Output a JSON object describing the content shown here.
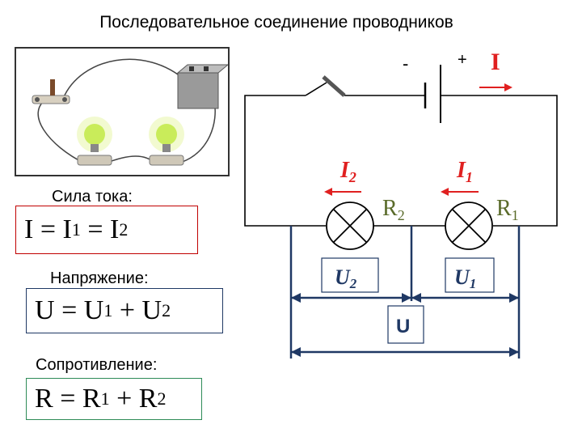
{
  "title": "Последовательное соединение проводников",
  "formulas": {
    "current": {
      "label": "Сила тока:",
      "lhs": "I",
      "a": "I",
      "a_sub": "1",
      "b": "I",
      "b_sub": "2",
      "eq": "=",
      "op": "="
    },
    "voltage": {
      "label": "Напряжение:",
      "lhs": "U",
      "a": "U",
      "a_sub": "1",
      "b": "U",
      "b_sub": "2",
      "eq": "=",
      "op": "+"
    },
    "resistance": {
      "label": "Сопротивление:",
      "lhs": "R",
      "a": "R",
      "a_sub": "1",
      "b": "R",
      "b_sub": "2",
      "eq": "=",
      "op": "+"
    }
  },
  "circuit": {
    "battery_minus": "-",
    "battery_plus": "+",
    "current_total": "I",
    "current_1": "I",
    "current_1_sub": "1",
    "current_2": "I",
    "current_2_sub": "2",
    "r1": "R",
    "r1_sub": "1",
    "r2": "R",
    "r2_sub": "2",
    "u1": "U",
    "u1_sub": "1",
    "u2": "U",
    "u2_sub": "2",
    "u_total": "U"
  },
  "colors": {
    "wire": "#000000",
    "current_arrow": "#e02020",
    "measure": "#1f3864",
    "resistor_label": "#5a6b2a",
    "current_box_border": "#c00000",
    "voltage_box_border": "#1f3864",
    "resistance_box_border": "#2e8b57"
  }
}
